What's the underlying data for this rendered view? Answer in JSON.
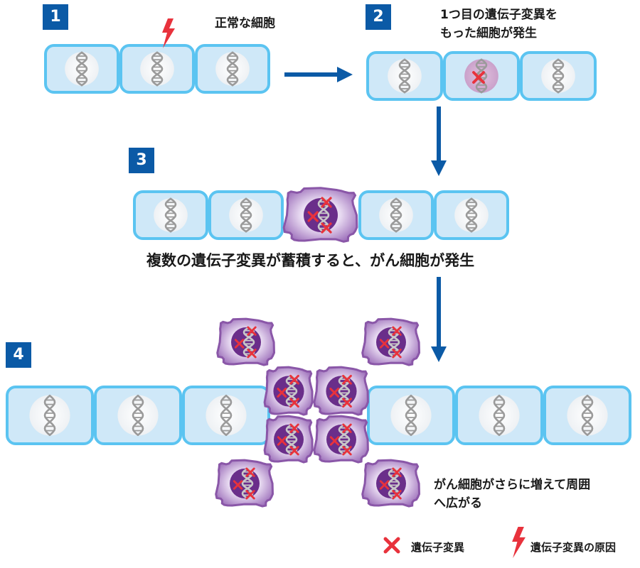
{
  "steps": {
    "s1": {
      "number": "1",
      "caption": "正常な細胞"
    },
    "s2": {
      "number": "2",
      "caption_line1": "1つ目の遺伝子変異を",
      "caption_line2": "もった細胞が発生"
    },
    "s3": {
      "number": "3",
      "caption": "複数の遺伝子変異が蓄積すると、がん細胞が発生"
    },
    "s4": {
      "number": "4",
      "caption_line1": "がん細胞がさらに増えて周囲",
      "caption_line2": "へ広がる"
    }
  },
  "legend": {
    "mutation": {
      "icon": "red-x-icon",
      "label": "遺伝子変異"
    },
    "cause": {
      "icon": "lightning-bolt-icon",
      "label": "遺伝子変異の原因"
    }
  },
  "colors": {
    "badge": "#0b5aa6",
    "arrow": "#0b5aa6",
    "cell_fill": "#cfe8f8",
    "cell_border": "#5bc4f1",
    "nucleus": "#f4f6f8",
    "dna": "#9a9a9a",
    "cancer_outer": "#8a57a8",
    "cancer_inner": "#6a2e8a",
    "mutation_x": "#e8323c",
    "bolt": "#e8323c"
  }
}
